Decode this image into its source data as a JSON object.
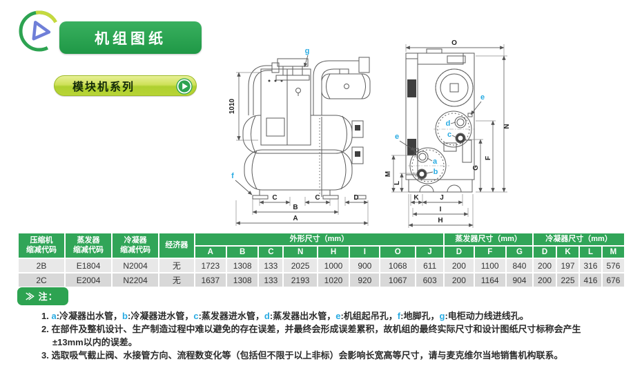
{
  "header": {
    "title": "机组图纸"
  },
  "series_button": {
    "label": "模块机系列"
  },
  "drawings": {
    "front_view": {
      "vertical_dim": "1010",
      "dim_c1": "C",
      "dim_c2": "C",
      "dim_d": "D",
      "dim_b": "B",
      "dim_a": "A",
      "callout_g": "g",
      "callout_f": "f"
    },
    "side_view": {
      "dim_o": "O",
      "dim_n": "N",
      "dim_f": "F",
      "dim_g": "G",
      "dim_m": "M",
      "dim_l": "L",
      "dim_k": "K",
      "dim_j": "J",
      "dim_i": "I",
      "dim_h": "H",
      "callout_e_right": "e",
      "callout_e_left": "e",
      "callout_d": "d",
      "callout_c": "c",
      "callout_a": "a",
      "callout_b": "b"
    }
  },
  "table": {
    "col_headers": [
      {
        "l1": "压缩机",
        "l2": "缩减代码"
      },
      {
        "l1": "蒸发器",
        "l2": "缩减代码"
      },
      {
        "l1": "冷凝器",
        "l2": "缩减代码"
      },
      {
        "l1": "经济器",
        "l2": ""
      }
    ],
    "groups": [
      {
        "label": "外形尺寸（mm）"
      },
      {
        "label": "蒸发器尺寸（mm）"
      },
      {
        "label": "冷凝器尺寸（mm）"
      }
    ],
    "dim_cols": [
      "A",
      "B",
      "C",
      "N",
      "H",
      "I",
      "O",
      "J",
      "D",
      "F",
      "G",
      "D",
      "K",
      "L",
      "M"
    ],
    "rows": [
      [
        "2B",
        "E1804",
        "N2004",
        "无",
        "1723",
        "1308",
        "133",
        "2025",
        "1000",
        "900",
        "1068",
        "611",
        "200",
        "1100",
        "840",
        "200",
        "197",
        "316",
        "576"
      ],
      [
        "2C",
        "E2004",
        "N2204",
        "无",
        "1637",
        "1308",
        "133",
        "2193",
        "1020",
        "920",
        "1067",
        "603",
        "200",
        "1164",
        "904",
        "200",
        "225",
        "416",
        "676"
      ]
    ]
  },
  "notes": {
    "badge": "≫ 注：",
    "items": [
      {
        "segments": [
          {
            "t": "1. "
          },
          {
            "t": "a",
            "c": "#29abe2"
          },
          {
            "t": ":冷凝器出水管，"
          },
          {
            "t": "b",
            "c": "#29abe2"
          },
          {
            "t": ":冷凝器进水管，"
          },
          {
            "t": "c",
            "c": "#29abe2"
          },
          {
            "t": ":蒸发器进水管，"
          },
          {
            "t": "d",
            "c": "#29abe2"
          },
          {
            "t": ":蒸发器出水管，"
          },
          {
            "t": "e",
            "c": "#29abe2"
          },
          {
            "t": ":机组起吊孔，"
          },
          {
            "t": "f",
            "c": "#29abe2"
          },
          {
            "t": ":地脚孔，"
          },
          {
            "t": "g",
            "c": "#29abe2"
          },
          {
            "t": ":电柜动力线进线孔。"
          }
        ]
      },
      {
        "segments": [
          {
            "t": "2. 在部件及整机设计、生产制造过程中难以避免的存在误差，并最终会形成误差累积，故机组的最终实际尺寸和设计图纸尺寸标称会产生±13mm以内的误差。"
          }
        ]
      },
      {
        "segments": [
          {
            "t": "3. 选取吸气截止阀、水接管方向、流程数变化等（包括但不限于以上非标）会影响长宽高等尺寸，请与麦克维尔当地销售机构联系。"
          }
        ]
      }
    ]
  },
  "colors": {
    "green": "#2da351",
    "cyan": "#29abe2"
  }
}
